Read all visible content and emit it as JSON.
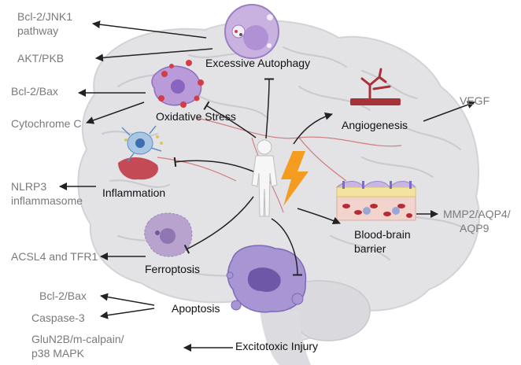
{
  "mechanisms": {
    "autophagy": "Excessive Autophagy",
    "oxidative": "Oxidative Stress",
    "inflammation": "Inflammation",
    "ferroptosis": "Ferroptosis",
    "apoptosis": "Apoptosis",
    "excitotoxic": "Excitotoxic Injury",
    "angiogenesis": "Angiogenesis",
    "bbb_line1": "Blood-brain",
    "bbb_line2": "barrier"
  },
  "outcomes": {
    "bcl2_jnk1_line1": "Bcl-2/JNK1",
    "bcl2_jnk1_line2": "pathway",
    "akt_pkb": "AKT/PKB",
    "bcl2_bax_top": "Bcl-2/Bax",
    "cytochrome_c": "Cytochrome C",
    "nlrp3_line1": "NLRP3",
    "nlrp3_line2": "inflammasome",
    "acsl4_tfr1": "ACSL4 and TFR1",
    "bcl2_bax_bottom": "Bcl-2/Bax",
    "caspase3": "Caspase-3",
    "glun2b_line1": "GluN2B/m-calpain/",
    "glun2b_line2": "p38 MAPK",
    "vegf": "VEGF",
    "mmp2_line1": "MMP2/AQP4/",
    "mmp2_line2": "AQP9"
  },
  "colors": {
    "background": "#ffffff",
    "brain": "#e3e3e6",
    "brain_fold": "#c9c9ce",
    "cell_purple": "#a88fcf",
    "vessel_red": "#a8323a",
    "lightning": "#f39c1f",
    "outcome_text": "#7a7a7a",
    "mechanism_text": "#111111"
  }
}
